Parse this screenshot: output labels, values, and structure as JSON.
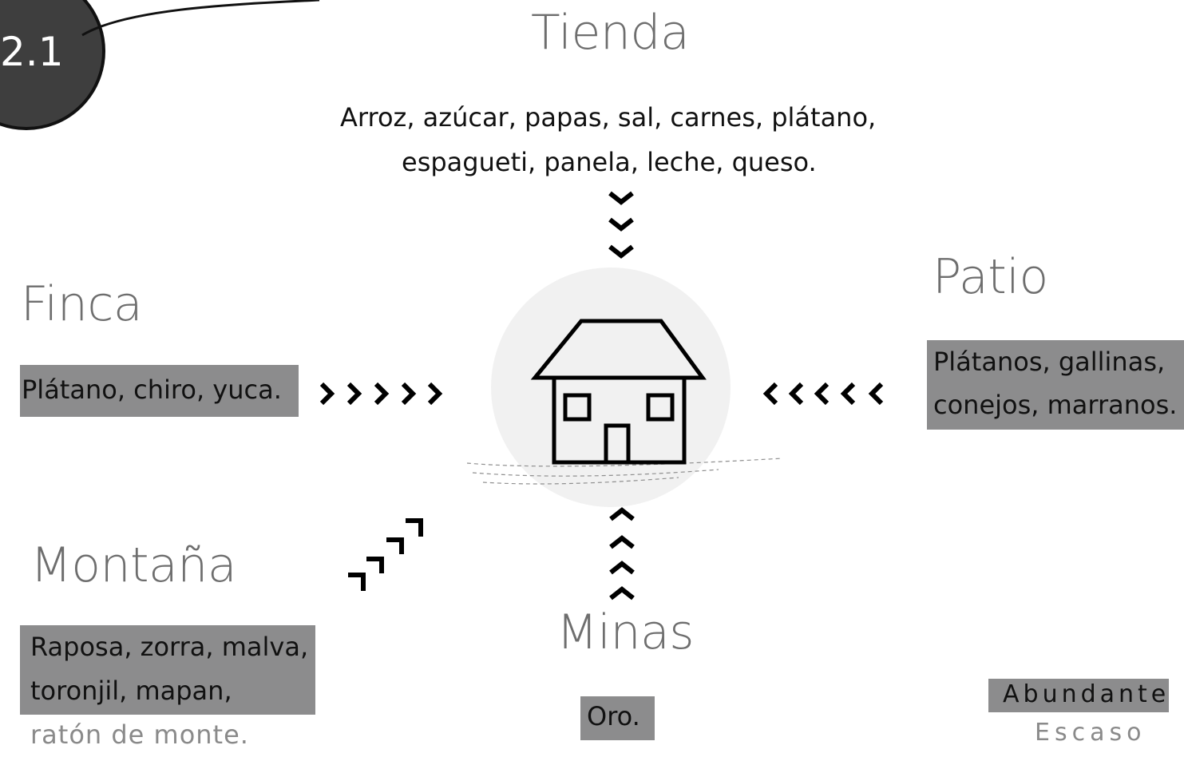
{
  "badge": {
    "number": "2.1"
  },
  "tienda": {
    "title": "Tienda",
    "line1": "Arroz, azúcar, papas, sal, carnes, plátano,",
    "line2": "espagueti, panela, leche, queso."
  },
  "finca": {
    "title": "Finca",
    "text": "Plátano, chiro, yuca."
  },
  "patio": {
    "title": "Patio",
    "line1": "Plátanos, gallinas,",
    "line2": "conejos, marranos."
  },
  "montana": {
    "title": "Montaña",
    "line1": "Raposa, zorra, malva,",
    "line2": "toronjil, mapan,",
    "line3": "ratón de monte."
  },
  "minas": {
    "title": "Minas",
    "text": "Oro."
  },
  "legend": {
    "abundant": "Abundante",
    "scarce": "Escaso"
  },
  "colors": {
    "box_fill": "#8c8c8d",
    "heading": "#6e6e6e",
    "badge_fill": "#3e3e3e",
    "light_text": "#8a8a8a"
  }
}
